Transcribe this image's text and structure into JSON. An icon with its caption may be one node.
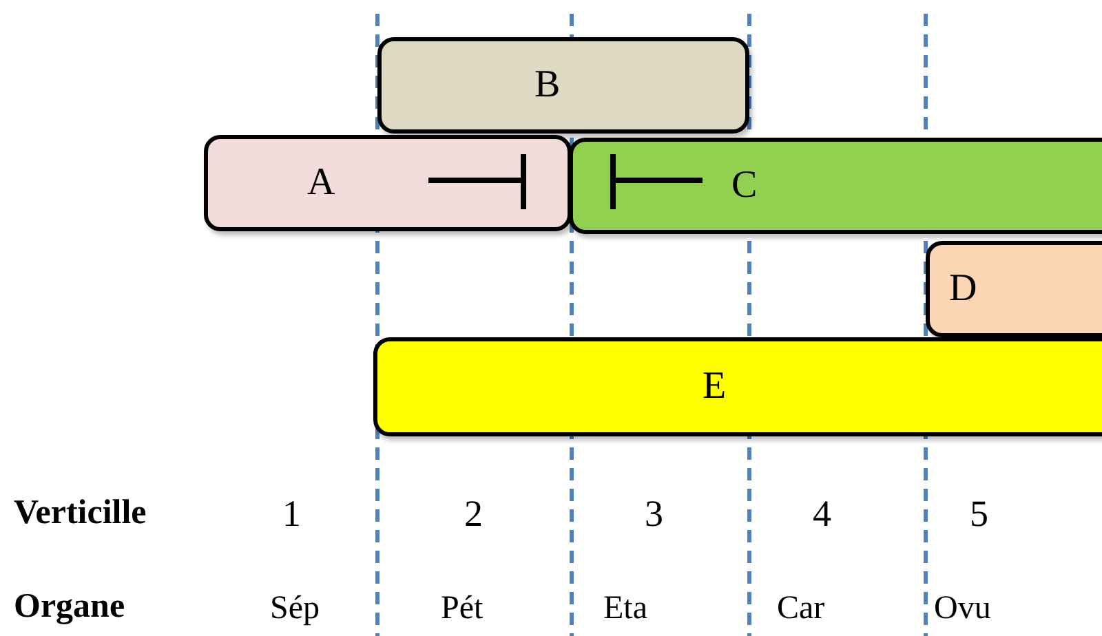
{
  "diagram": {
    "nodes": [
      {
        "text": [
          "B"
        ]
      },
      {
        "text": [
          "A"
        ]
      },
      {
        "text": [
          "C"
        ]
      },
      {
        "text": [
          "D"
        ]
      },
      {
        "text": [
          "E"
        ]
      }
    ],
    "labels": [
      "Verticille",
      "1",
      "2",
      "3",
      "4",
      "5",
      "Organe",
      "Sép",
      "Pét",
      "Eta",
      "Car",
      "Ovu"
    ]
  }
}
